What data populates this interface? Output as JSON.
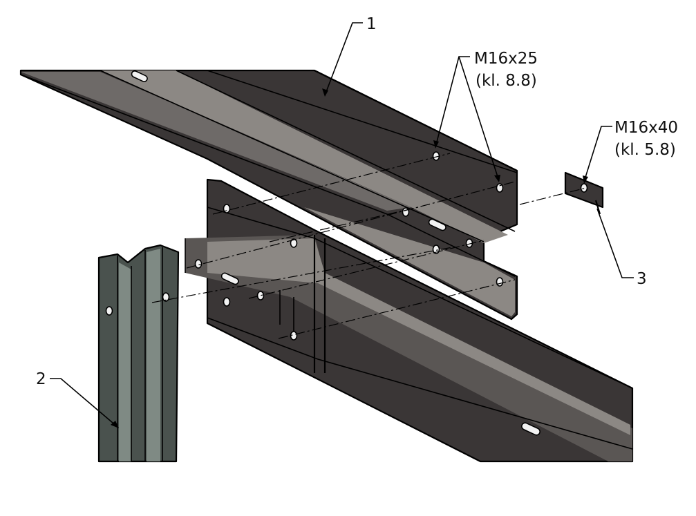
{
  "callouts": {
    "part1": "1",
    "part2": "2",
    "part3": "3",
    "bolt_a_size": "M16x25",
    "bolt_a_class": "(kl. 8.8)",
    "bolt_b_size": "M16x40",
    "bolt_b_class": "(kl. 5.8)"
  },
  "colors": {
    "rail_dark": "#3a3636",
    "rail_mid": "#5a5654",
    "rail_light": "#8c8884",
    "post_dark": "#4a524e",
    "post_light": "#7f8a84"
  }
}
